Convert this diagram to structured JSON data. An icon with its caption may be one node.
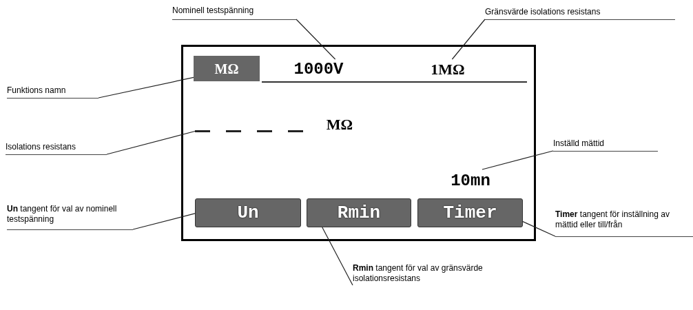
{
  "diagram": {
    "nodes": [
      {
        "text": [],
        "shape": "box"
      },
      {
        "text": [
          "MΩ"
        ],
        "in": 0
      },
      {
        "text": [
          "1000V"
        ],
        "in": 0
      },
      {
        "text": [
          "1MΩ"
        ],
        "in": 0
      },
      {
        "text": [],
        "shape": "line",
        "in": 0
      },
      {
        "text": [
          "MΩ"
        ],
        "in": 0
      },
      {
        "text": [
          "10mn"
        ],
        "in": 0
      },
      {
        "text": [
          "Un"
        ],
        "in": 0
      },
      {
        "text": [
          "Rmin"
        ],
        "in": 0
      },
      {
        "text": [
          "Timer"
        ],
        "in": 0
      },
      {
        "text": [
          "Nominell testspänning"
        ]
      },
      {
        "text": [
          "Gränsvärde isolations resistans"
        ]
      },
      {
        "text": [
          "Funktions namn"
        ]
      },
      {
        "text": [
          "Isolations resistans"
        ]
      },
      {
        "text": [
          "Inställd mättid"
        ]
      },
      {
        "text": [
          "**Un** tangent för val av nominell testspänning"
        ]
      },
      {
        "text": [
          "**Timer** tangent för inställning av mättid eller till/från"
        ]
      },
      {
        "text": [
          "**Rmin** tangent för val av gränsvärde isolationsresistans"
        ]
      }
    ],
    "edges": [
      {
        "from": 10,
        "to": 2,
        "arrow": "none"
      },
      {
        "from": 11,
        "to": 3,
        "arrow": "none"
      },
      {
        "from": 12,
        "to": 1,
        "arrow": "none"
      },
      {
        "from": 13,
        "to": 4,
        "arrow": "none"
      },
      {
        "from": 14,
        "to": 6,
        "arrow": "none"
      },
      {
        "from": 15,
        "to": 7,
        "arrow": "none"
      },
      {
        "from": 16,
        "to": 9,
        "arrow": "none"
      },
      {
        "from": 17,
        "to": 8,
        "arrow": "none"
      }
    ]
  }
}
